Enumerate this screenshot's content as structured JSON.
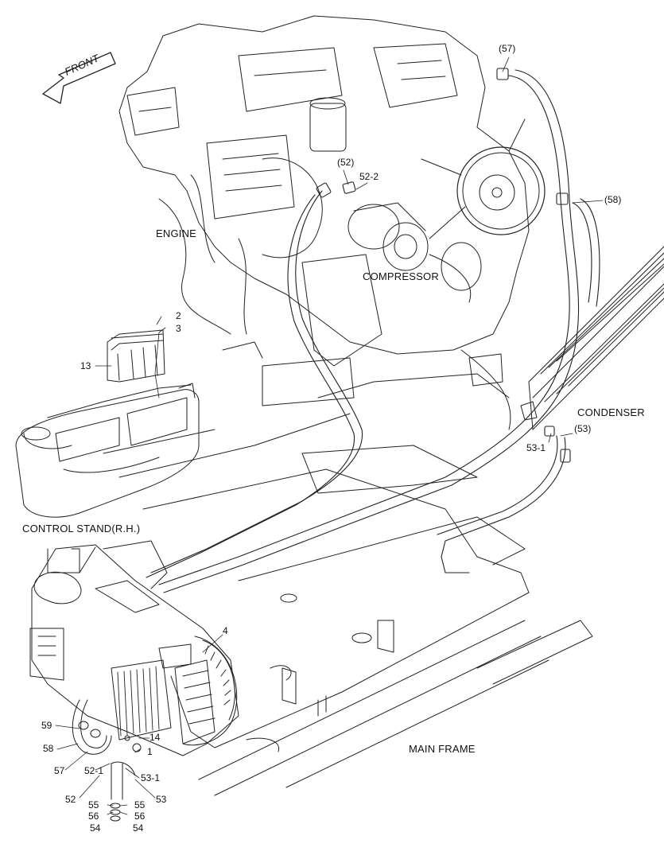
{
  "labels": {
    "front": "FRONT",
    "engine": "ENGINE",
    "compressor": "COMPRESSOR",
    "condenser": "CONDENSER",
    "control_stand": "CONTROL STAND(R.H.)",
    "main_frame": "MAIN FRAME"
  },
  "callouts": {
    "c57_top": "(57)",
    "c58_right": "(58)",
    "c52_top": "(52)",
    "c52_2_top": "52-2",
    "c53_right": "(53)",
    "c53_1_right": "53-1",
    "c2": "2",
    "c3": "3",
    "c13": "13",
    "c4": "4",
    "c14": "14",
    "c1": "1",
    "c59": "59",
    "c58": "58",
    "c57": "57",
    "c52_1": "52-1",
    "c53_1": "53-1",
    "c52": "52",
    "c53": "53",
    "c55_left": "55",
    "c56_left": "56",
    "c54_left": "54",
    "c55_right": "55",
    "c56_right": "56",
    "c54_right": "54"
  }
}
